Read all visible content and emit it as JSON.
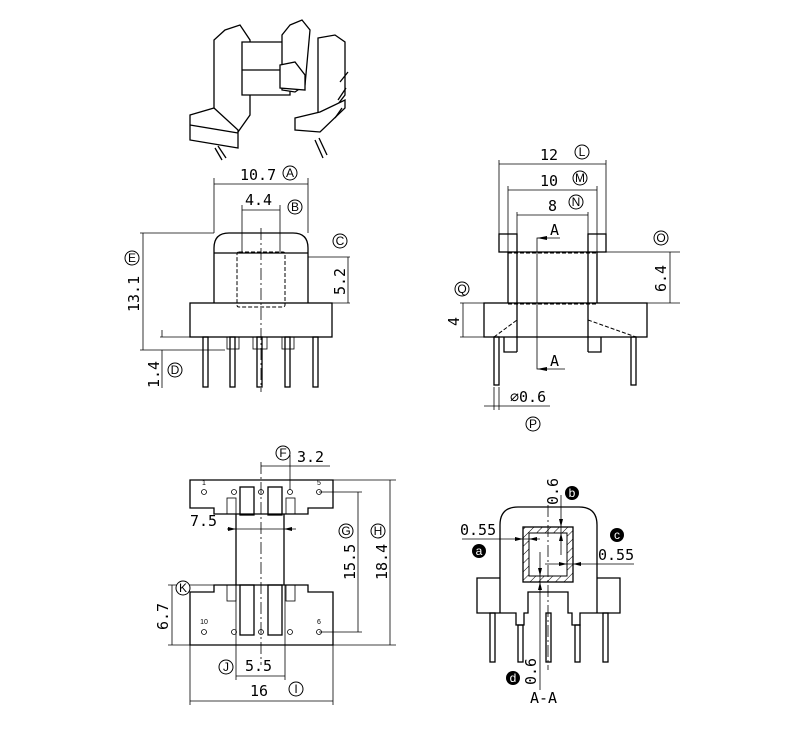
{
  "dimensions": {
    "A": {
      "letter": "A",
      "value": "10.7"
    },
    "B": {
      "letter": "B",
      "value": "4.4"
    },
    "C": {
      "letter": "C",
      "value": "5.2"
    },
    "D": {
      "letter": "D",
      "value": "1.4"
    },
    "E": {
      "letter": "E",
      "value": "13.1"
    },
    "F": {
      "letter": "F",
      "value": "3.2"
    },
    "G": {
      "letter": "G",
      "value": "15.5"
    },
    "H": {
      "letter": "H",
      "value": "18.4"
    },
    "I": {
      "letter": "I",
      "value": "16"
    },
    "J": {
      "letter": "J",
      "value": "5.5"
    },
    "K": {
      "letter": "K",
      "value": "6.7"
    },
    "L": {
      "letter": "L",
      "value": "12"
    },
    "M": {
      "letter": "M",
      "value": "10"
    },
    "N": {
      "letter": "N",
      "value": "8"
    },
    "O": {
      "letter": "O",
      "value": "6.4"
    },
    "P": {
      "letter": "P",
      "value": "⌀0.6"
    },
    "Q": {
      "letter": "Q",
      "value": "4"
    },
    "unlabeled_7_5": "7.5",
    "a": {
      "letter": "a",
      "value": "0.55"
    },
    "b": {
      "letter": "b",
      "value": "0.6"
    },
    "c": {
      "letter": "c",
      "value": "0.55"
    },
    "d": {
      "letter": "d",
      "value": "0.6"
    }
  },
  "section": {
    "marker": "A",
    "title": "A-A"
  },
  "pins": {
    "p1": "1",
    "p5": "5",
    "p6": "6",
    "p10": "10"
  }
}
